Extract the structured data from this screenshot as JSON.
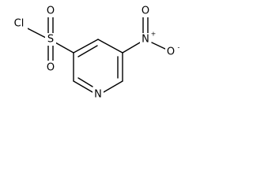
{
  "molecule": {
    "atoms": {
      "cl": "Cl",
      "s": "S",
      "o_upper": "O",
      "o_lower": "O",
      "n_nitro": "N",
      "o_nitro_double": "O",
      "o_nitro_single": "O",
      "n_ring": "N"
    },
    "charges": {
      "n_nitro": "+",
      "o_nitro_single": "-"
    }
  }
}
